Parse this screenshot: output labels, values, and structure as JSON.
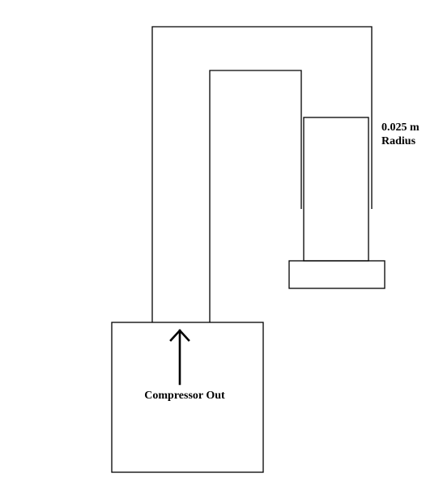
{
  "labels": {
    "radius_value": "0.025 m",
    "radius_word": "Radius",
    "compressor": "Compressor Out"
  },
  "colors": {
    "stroke": "#000000",
    "background": "#ffffff"
  }
}
